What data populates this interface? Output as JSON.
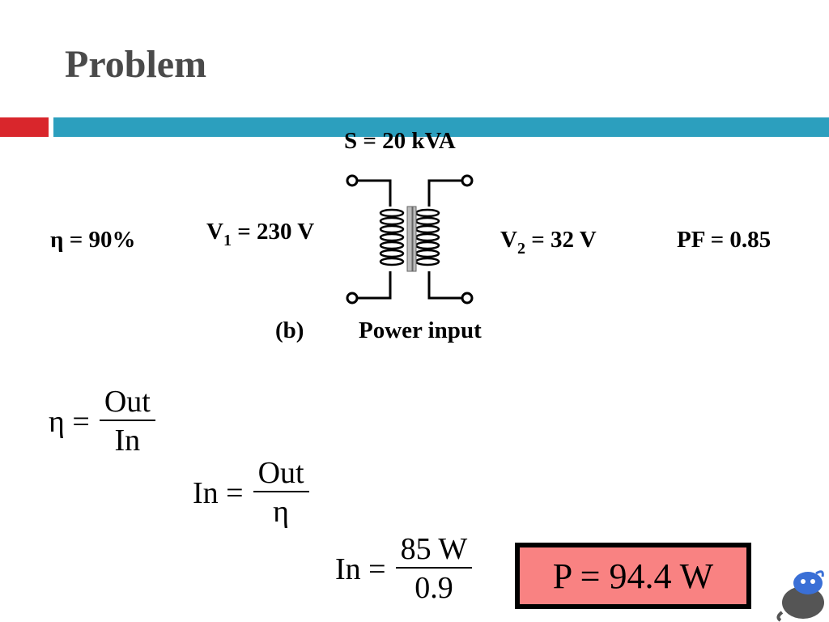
{
  "slide": {
    "title": "Problem"
  },
  "diagram": {
    "apparent_power": "S = 20 kVA",
    "efficiency": "η = 90%",
    "v1_label": "V",
    "v1_sub": "1",
    "v1_value": " = 230 V",
    "v2_label": "V",
    "v2_sub": "2",
    "v2_value": " = 32 V",
    "power_factor": "PF = 0.85",
    "part": "(b)",
    "caption": "Power input"
  },
  "equations": {
    "eq1": {
      "lhs": "η =",
      "num": "Out",
      "den": "In"
    },
    "eq2": {
      "lhs": "In =",
      "num": "Out",
      "den": "η"
    },
    "eq3": {
      "lhs": "In =",
      "num": "85 W",
      "den": "0.9"
    }
  },
  "result": {
    "text": "P = 94.4 W"
  },
  "colors": {
    "accent_red": "#d9262c",
    "accent_blue": "#2c9fbe",
    "result_fill": "#f98282"
  }
}
